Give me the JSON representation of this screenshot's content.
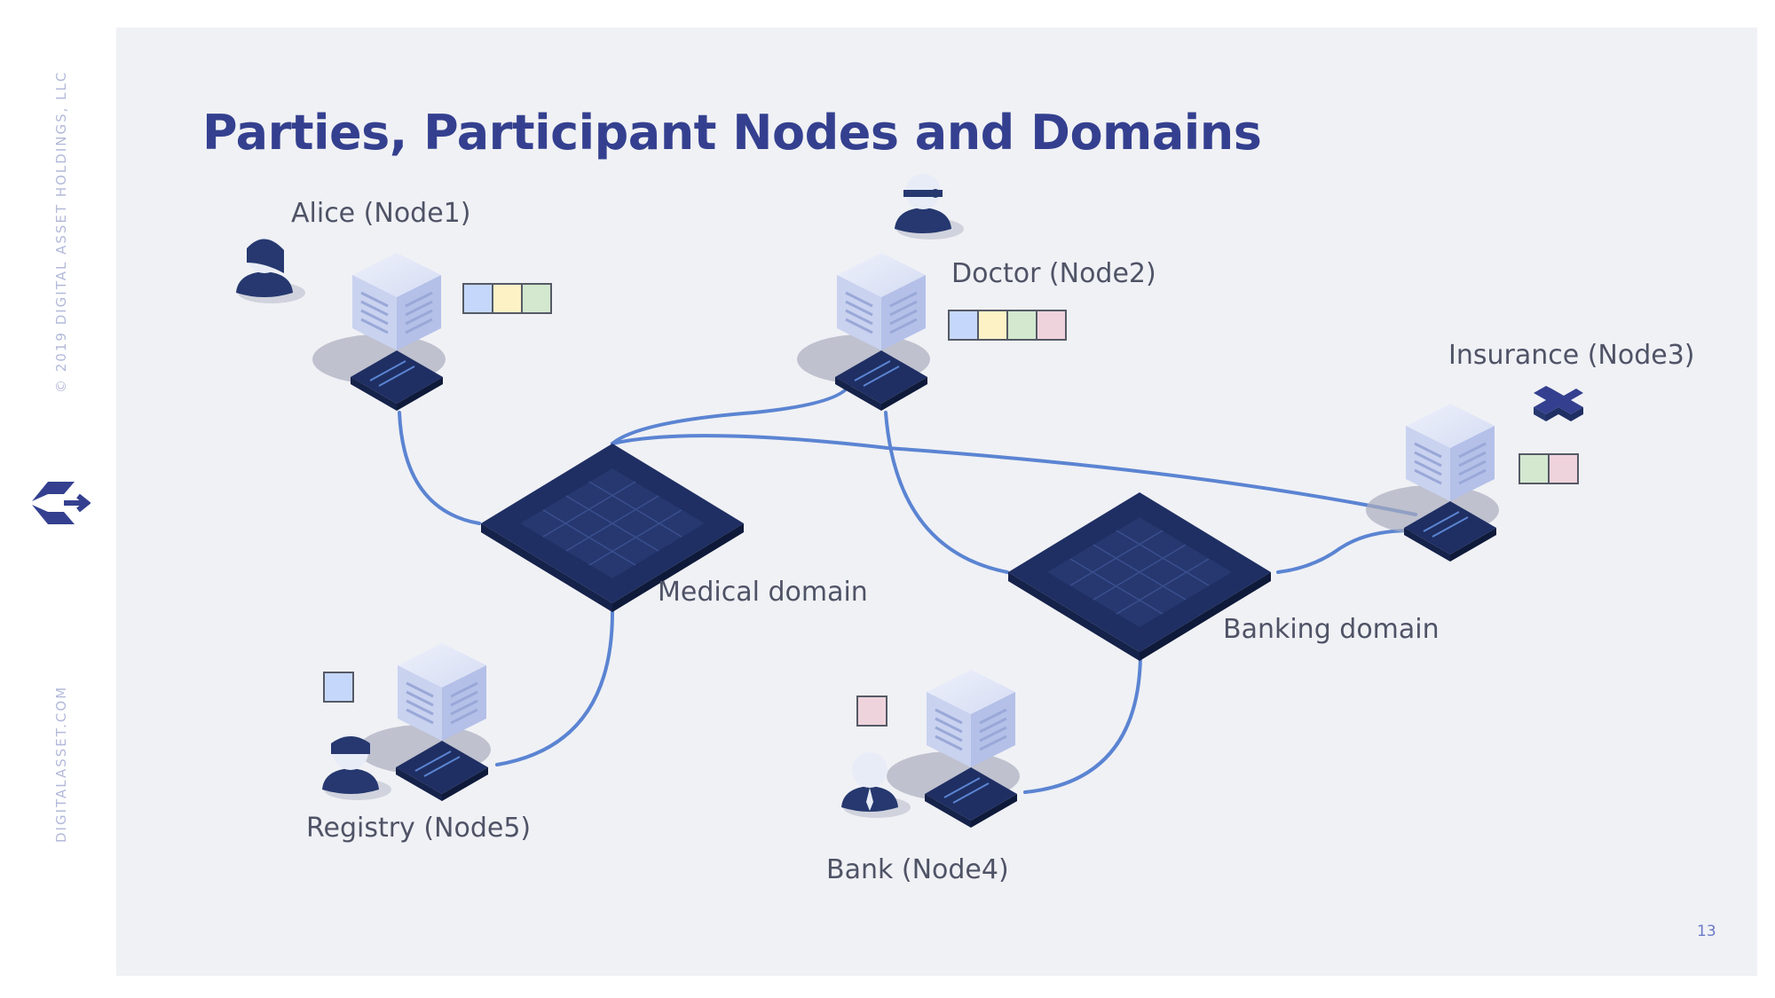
{
  "sidebar": {
    "copyright": "© 2019 DIGITAL ASSET HOLDINGS, LLC",
    "website": "DIGITALASSET.COM",
    "logo_icon": "digital-asset-logo"
  },
  "title": "Parties, Participant Nodes and Domains",
  "nodes": {
    "alice": {
      "label": "Alice (Node1)",
      "party_icon": "woman-avatar-icon",
      "contract_colors": [
        "#c5d8fb",
        "#fdf1c6",
        "#d3e8cf"
      ]
    },
    "doctor": {
      "label": "Doctor (Node2)",
      "party_icon": "doctor-avatar-icon",
      "contract_colors": [
        "#c5d8fb",
        "#fdf1c6",
        "#d3e8cf",
        "#efd3dc"
      ]
    },
    "insurance": {
      "label": "Insurance (Node3)",
      "party_icon": "medical-cross-icon",
      "contract_colors": [
        "#d3e8cf",
        "#efd3dc"
      ]
    },
    "bank": {
      "label": "Bank (Node4)",
      "party_icon": "man-avatar-icon",
      "contract_colors": [
        "#efd3dc"
      ]
    },
    "registry": {
      "label": "Registry (Node5)",
      "party_icon": "nurse-avatar-icon",
      "contract_colors": [
        "#c5d8fb"
      ]
    }
  },
  "domains": {
    "medical": {
      "label": "Medical domain"
    },
    "banking": {
      "label": "Banking domain"
    }
  },
  "colors": {
    "title": "#34408f",
    "connection": "#5b84d2",
    "domain_fill": "#1f2f63",
    "server": "#d6ddf3"
  },
  "page_number": "13"
}
